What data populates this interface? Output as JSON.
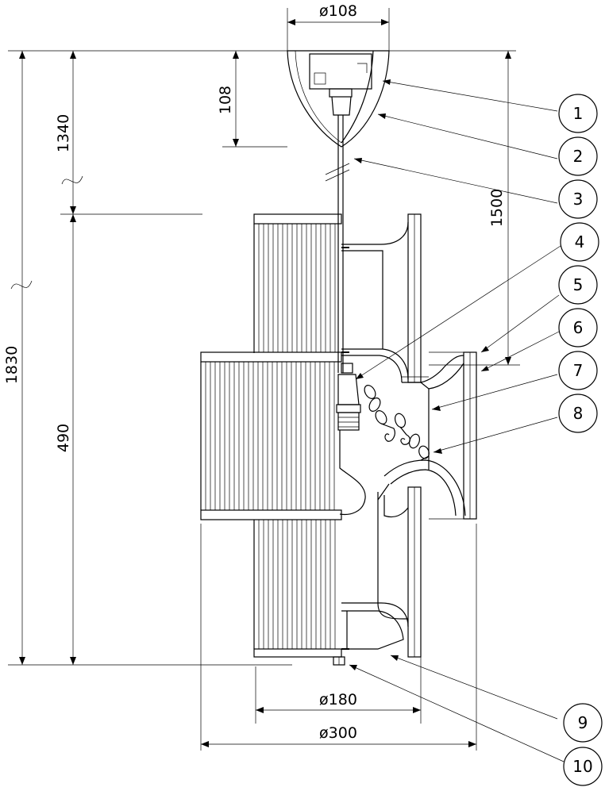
{
  "dimensions": {
    "top_diameter": "ø108",
    "canopy_height": "108",
    "suspension_length": "1340",
    "total_height": "1830",
    "body_height": "490",
    "drop_length": "1500",
    "inner_diameter": "ø180",
    "outer_diameter": "ø300"
  },
  "callouts": [
    "1",
    "2",
    "3",
    "4",
    "5",
    "6",
    "7",
    "8",
    "9",
    "10"
  ]
}
